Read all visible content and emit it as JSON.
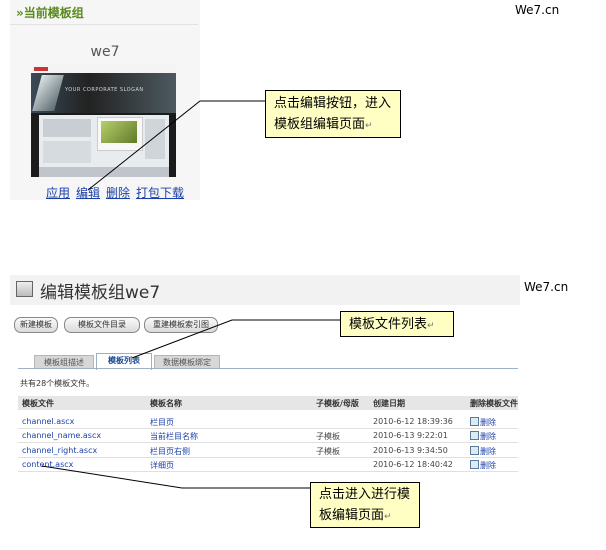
{
  "brand": "We7.cn",
  "current_group": {
    "title": "»当前模板组",
    "template_name": "we7",
    "thumbnail_text": "YOUR CORPORATE SLOGAN",
    "actions": [
      "应用",
      "编辑",
      "删除",
      "打包下载"
    ]
  },
  "callouts": {
    "edit": [
      "点击编辑按钮，进入",
      "模板组编辑页面"
    ],
    "list": [
      "模板文件列表"
    ],
    "enter": [
      "点击进入进行模",
      "板编辑页面"
    ],
    "return_mark": "↵"
  },
  "editor": {
    "title": "编辑模板组we7",
    "buttons": [
      "新建模板",
      "模板文件目录",
      "重建模板索引图"
    ],
    "tabs": [
      "模板组描述",
      "模板列表",
      "数据模板绑定"
    ],
    "active_tab": 1,
    "count_text": "共有28个模板文件。",
    "columns": [
      "模板文件",
      "模板名称",
      "子模板/母版",
      "创建日期",
      "删除模板文件"
    ],
    "rows": [
      {
        "file": "channel.ascx",
        "name": "栏目页",
        "type": "",
        "date": "2010-6-12 18:39:36",
        "action": "删除"
      },
      {
        "file": "channel_name.ascx",
        "name": "当前栏目名称",
        "type": "子模板",
        "date": "2010-6-13 9:22:01",
        "action": "删除"
      },
      {
        "file": "channel_right.ascx",
        "name": "栏目页右侧",
        "type": "子模板",
        "date": "2010-6-13 9:34:50",
        "action": "删除"
      },
      {
        "file": "content.ascx",
        "name": "详细页",
        "type": "",
        "date": "2010-6-12 18:40:42",
        "action": "删除"
      }
    ]
  },
  "colors": {
    "callout_bg": "#ffffc4",
    "link": "#1b3fa8",
    "panel_title": "#5a8a1e"
  }
}
